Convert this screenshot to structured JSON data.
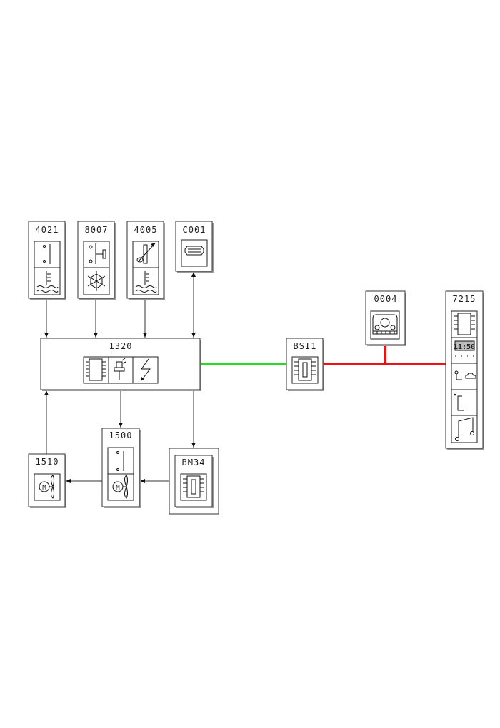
{
  "components": {
    "c4021": {
      "code": "4021"
    },
    "c8007": {
      "code": "8007"
    },
    "c4005": {
      "code": "4005"
    },
    "c001": {
      "code": "C001"
    },
    "c1320": {
      "code": "1320"
    },
    "bsi1": {
      "code": "BSI1"
    },
    "c0004": {
      "code": "0004"
    },
    "c7215": {
      "code": "7215",
      "clock": "11:50"
    },
    "c1510": {
      "code": "1510"
    },
    "c1500": {
      "code": "1500"
    },
    "bm34": {
      "code": "BM34"
    }
  },
  "colors": {
    "can_bus": "#22dd22",
    "van_bus": "#ee1111"
  }
}
